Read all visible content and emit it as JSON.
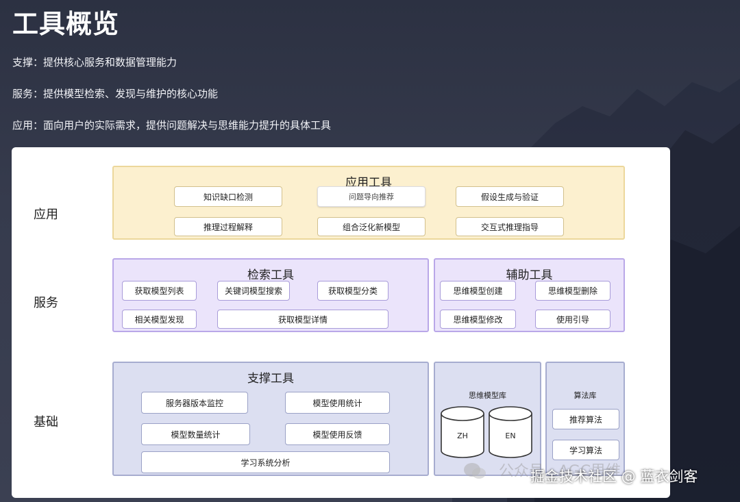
{
  "header": {
    "title": "工具概览",
    "support_desc": "支撑：提供核心服务和数据管理能力",
    "service_desc": "服务：提供模型检索、发现与维护的核心功能",
    "app_desc": "应用：面向用户的实际需求，提供问题解决与思维能力提升的具体工具"
  },
  "rows": {
    "app": "应用",
    "service": "服务",
    "base": "基础"
  },
  "app_tools": {
    "title": "应用工具",
    "items": [
      "知识缺口检测",
      "问题导向推荐",
      "假设生成与验证",
      "推理过程解释",
      "组合泛化新模型",
      "交互式推理指导"
    ]
  },
  "search_tools": {
    "title": "检索工具",
    "items": [
      "获取模型列表",
      "关键词模型搜索",
      "获取模型分类",
      "相关模型发现",
      "获取模型详情"
    ]
  },
  "aux_tools": {
    "title": "辅助工具",
    "items": [
      "思维模型创建",
      "思维模型删除",
      "思维模型修改",
      "使用引导"
    ]
  },
  "support_tools": {
    "title": "支撑工具",
    "items": [
      "服务器版本监控",
      "模型使用统计",
      "模型数量统计",
      "模型使用反馈",
      "学习系统分析"
    ]
  },
  "model_lib": {
    "title": "思维模型库",
    "db_zh": "ZH",
    "db_en": "EN"
  },
  "algo_lib": {
    "title": "算法库",
    "items": [
      "推荐算法",
      "学习算法"
    ]
  },
  "watermark": {
    "ghost": "公众号 · AGC思维",
    "main": "掘金技术社区 @ 蓝衣剑客"
  },
  "colors": {
    "background": "#2c3142",
    "app_fill": "#fcf0cf",
    "app_border": "#ecd79b",
    "service_fill": "#ebe4fb",
    "service_border": "#b9a7e8",
    "base_fill": "#dcdff1",
    "base_border": "#a6accf"
  }
}
